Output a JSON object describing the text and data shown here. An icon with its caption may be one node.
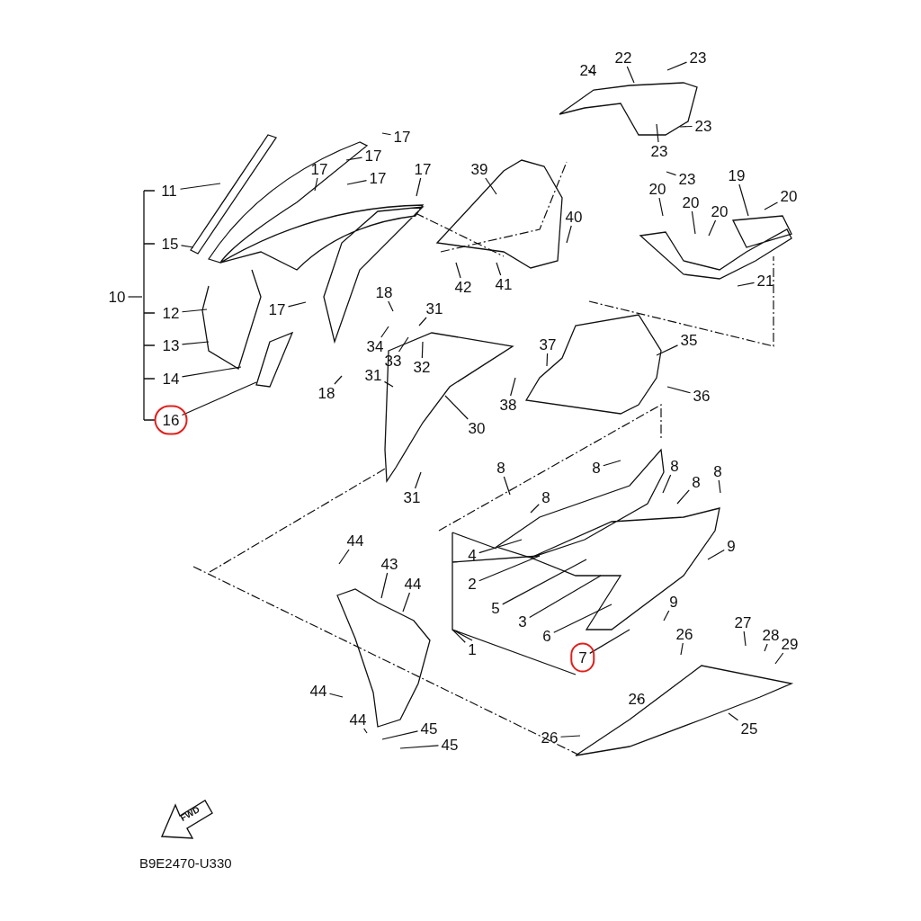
{
  "diagram": {
    "nodes": [
      {
        "text": [
          "17"
        ]
      },
      {
        "text": [
          "17"
        ]
      },
      {
        "text": [
          "17"
        ]
      },
      {
        "text": [
          "17"
        ]
      },
      {
        "text": [
          "17"
        ]
      },
      {
        "text": [
          "11"
        ]
      },
      {
        "text": [
          "15"
        ]
      },
      {
        "text": [
          "10"
        ]
      },
      {
        "text": [
          "12"
        ]
      },
      {
        "text": [
          "13"
        ]
      },
      {
        "text": [
          "14"
        ]
      },
      {
        "text": [
          "16"
        ]
      },
      {
        "text": [
          "17"
        ]
      },
      {
        "text": [
          "18"
        ]
      },
      {
        "text": [
          "31"
        ]
      },
      {
        "text": [
          "34"
        ]
      },
      {
        "text": [
          "33"
        ]
      },
      {
        "text": [
          "32"
        ]
      },
      {
        "text": [
          "31"
        ]
      },
      {
        "text": [
          "18"
        ]
      },
      {
        "text": [
          "30"
        ]
      },
      {
        "text": [
          "31"
        ]
      },
      {
        "text": [
          "24"
        ]
      },
      {
        "text": [
          "22"
        ]
      },
      {
        "text": [
          "23"
        ]
      },
      {
        "text": [
          "23"
        ]
      },
      {
        "text": [
          "23"
        ]
      },
      {
        "text": [
          "23"
        ]
      },
      {
        "text": [
          "39"
        ]
      },
      {
        "text": [
          "40"
        ]
      },
      {
        "text": [
          "42"
        ]
      },
      {
        "text": [
          "41"
        ]
      },
      {
        "text": [
          "20"
        ]
      },
      {
        "text": [
          "20"
        ]
      },
      {
        "text": [
          "20"
        ]
      },
      {
        "text": [
          "19"
        ]
      },
      {
        "text": [
          "20"
        ]
      },
      {
        "text": [
          "21"
        ]
      },
      {
        "text": [
          "37"
        ]
      },
      {
        "text": [
          "35"
        ]
      },
      {
        "text": [
          "38"
        ]
      },
      {
        "text": [
          "36"
        ]
      },
      {
        "text": [
          "8"
        ]
      },
      {
        "text": [
          "8"
        ]
      },
      {
        "text": [
          "8"
        ]
      },
      {
        "text": [
          "8"
        ]
      },
      {
        "text": [
          "8"
        ]
      },
      {
        "text": [
          "8"
        ]
      },
      {
        "text": [
          "4"
        ]
      },
      {
        "text": [
          "2"
        ]
      },
      {
        "text": [
          "5"
        ]
      },
      {
        "text": [
          "3"
        ]
      },
      {
        "text": [
          "1"
        ]
      },
      {
        "text": [
          "6"
        ]
      },
      {
        "text": [
          "7"
        ]
      },
      {
        "text": [
          "9"
        ]
      },
      {
        "text": [
          "9"
        ]
      },
      {
        "text": [
          "44"
        ]
      },
      {
        "text": [
          "43"
        ]
      },
      {
        "text": [
          "44"
        ]
      },
      {
        "text": [
          "44"
        ]
      },
      {
        "text": [
          "44"
        ]
      },
      {
        "text": [
          "45"
        ]
      },
      {
        "text": [
          "45"
        ]
      },
      {
        "text": [
          "26"
        ]
      },
      {
        "text": [
          "27"
        ]
      },
      {
        "text": [
          "28"
        ]
      },
      {
        "text": [
          "29"
        ]
      },
      {
        "text": [
          "26"
        ]
      },
      {
        "text": [
          "26"
        ]
      },
      {
        "text": [
          "25"
        ]
      }
    ],
    "edges": [
      {
        "from": 0,
        "to": null,
        "arrow": "none"
      },
      {
        "from": 1,
        "to": null,
        "arrow": "none"
      },
      {
        "from": 2,
        "to": null,
        "arrow": "none"
      },
      {
        "from": 3,
        "to": null,
        "arrow": "none"
      },
      {
        "from": 4,
        "to": null,
        "arrow": "none"
      },
      {
        "from": 5,
        "to": null,
        "arrow": "none"
      },
      {
        "from": 6,
        "to": null,
        "arrow": "none"
      },
      {
        "from": 7,
        "to": null,
        "arrow": "none"
      },
      {
        "from": 8,
        "to": null,
        "arrow": "none"
      },
      {
        "from": 9,
        "to": null,
        "arrow": "none"
      },
      {
        "from": 10,
        "to": null,
        "arrow": "none"
      },
      {
        "from": 11,
        "to": null,
        "arrow": "none"
      },
      {
        "from": 12,
        "to": null,
        "arrow": "none"
      },
      {
        "from": 13,
        "to": null,
        "arrow": "none"
      },
      {
        "from": 14,
        "to": null,
        "arrow": "none"
      },
      {
        "from": 15,
        "to": null,
        "arrow": "none"
      },
      {
        "from": 16,
        "to": null,
        "arrow": "none"
      },
      {
        "from": 17,
        "to": null,
        "arrow": "none"
      },
      {
        "from": 18,
        "to": null,
        "arrow": "none"
      },
      {
        "from": 19,
        "to": null,
        "arrow": "none"
      },
      {
        "from": 20,
        "to": null,
        "arrow": "none"
      },
      {
        "from": 21,
        "to": null,
        "arrow": "none"
      },
      {
        "from": 22,
        "to": null,
        "arrow": "none"
      },
      {
        "from": 23,
        "to": null,
        "arrow": "none"
      },
      {
        "from": 24,
        "to": null,
        "arrow": "none"
      },
      {
        "from": 25,
        "to": null,
        "arrow": "none"
      },
      {
        "from": 26,
        "to": null,
        "arrow": "none"
      },
      {
        "from": 27,
        "to": null,
        "arrow": "none"
      },
      {
        "from": 28,
        "to": null,
        "arrow": "none"
      },
      {
        "from": 29,
        "to": null,
        "arrow": "none"
      },
      {
        "from": 30,
        "to": null,
        "arrow": "none"
      },
      {
        "from": 31,
        "to": null,
        "arrow": "none"
      },
      {
        "from": 32,
        "to": null,
        "arrow": "none"
      },
      {
        "from": 33,
        "to": null,
        "arrow": "none"
      },
      {
        "from": 34,
        "to": null,
        "arrow": "none"
      },
      {
        "from": 35,
        "to": null,
        "arrow": "none"
      },
      {
        "from": 36,
        "to": null,
        "arrow": "none"
      },
      {
        "from": 37,
        "to": null,
        "arrow": "none"
      },
      {
        "from": 38,
        "to": null,
        "arrow": "none"
      },
      {
        "from": 39,
        "to": null,
        "arrow": "none"
      },
      {
        "from": 40,
        "to": null,
        "arrow": "none"
      },
      {
        "from": 41,
        "to": null,
        "arrow": "none"
      },
      {
        "from": 42,
        "to": null,
        "arrow": "none"
      },
      {
        "from": 43,
        "to": null,
        "arrow": "none"
      },
      {
        "from": 44,
        "to": null,
        "arrow": "none"
      },
      {
        "from": 45,
        "to": null,
        "arrow": "none"
      },
      {
        "from": 46,
        "to": null,
        "arrow": "none"
      },
      {
        "from": 47,
        "to": null,
        "arrow": "none"
      },
      {
        "from": 48,
        "to": null,
        "arrow": "none"
      },
      {
        "from": 49,
        "to": null,
        "arrow": "none"
      },
      {
        "from": 50,
        "to": null,
        "arrow": "none"
      },
      {
        "from": 51,
        "to": null,
        "arrow": "none"
      },
      {
        "from": 52,
        "to": null,
        "arrow": "none"
      },
      {
        "from": 53,
        "to": null,
        "arrow": "none"
      },
      {
        "from": 54,
        "to": null,
        "arrow": "none"
      },
      {
        "from": 55,
        "to": null,
        "arrow": "none"
      },
      {
        "from": 56,
        "to": null,
        "arrow": "none"
      },
      {
        "from": 57,
        "to": null,
        "arrow": "none"
      },
      {
        "from": 58,
        "to": null,
        "arrow": "none"
      },
      {
        "from": 59,
        "to": null,
        "arrow": "none"
      },
      {
        "from": 60,
        "to": null,
        "arrow": "none"
      },
      {
        "from": 61,
        "to": null,
        "arrow": "none"
      },
      {
        "from": 62,
        "to": null,
        "arrow": "none"
      },
      {
        "from": 63,
        "to": null,
        "arrow": "none"
      },
      {
        "from": 64,
        "to": null,
        "arrow": "none"
      },
      {
        "from": 65,
        "to": null,
        "arrow": "none"
      },
      {
        "from": 66,
        "to": null,
        "arrow": "none"
      },
      {
        "from": 67,
        "to": null,
        "arrow": "none"
      },
      {
        "from": 68,
        "to": null,
        "arrow": "none"
      },
      {
        "from": 69,
        "to": null,
        "arrow": "none"
      },
      {
        "from": 70,
        "to": null,
        "arrow": "none"
      }
    ],
    "labels": [
      "FWD",
      "B9E2470-U330"
    ]
  }
}
